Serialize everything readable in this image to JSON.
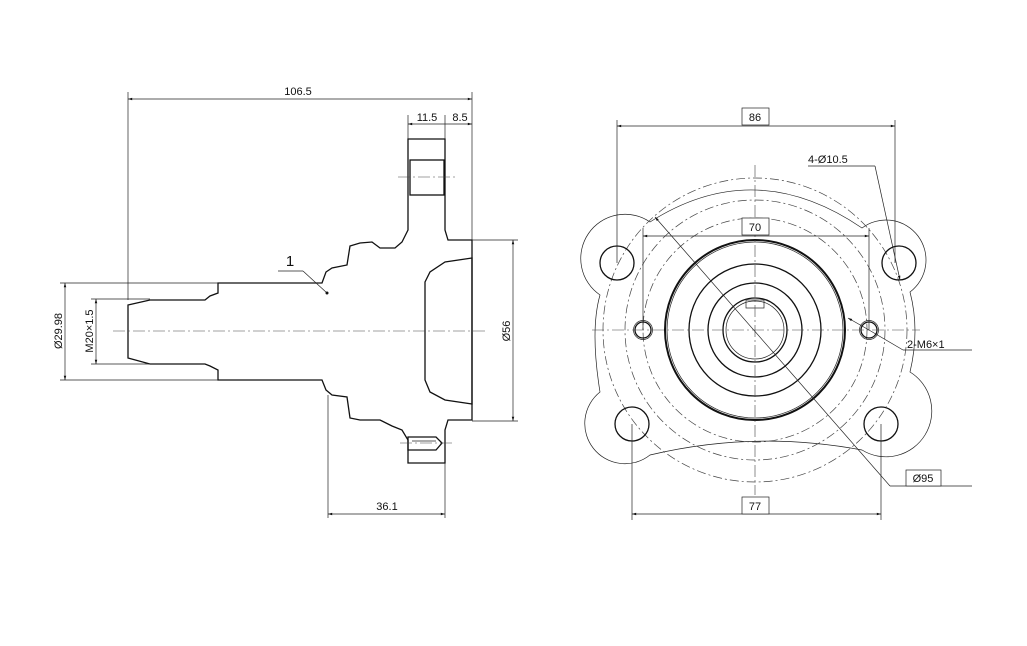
{
  "side_view": {
    "overall_length": "106.5",
    "flange_width_1": "11.5",
    "flange_width_2": "8.5",
    "part_number": "1",
    "shaft_diameter": "Ø29.98",
    "thread": "M20×1.5",
    "hub_diameter": "Ø56",
    "flange_offset": "36.1"
  },
  "front_view": {
    "bolt_span_outer": "86",
    "bolt_holes": "4-Ø10.5",
    "tapped_span": "70",
    "tapped_holes": "2-M6×1",
    "outer_diameter": "Ø95",
    "bolt_span_lower": "77"
  }
}
